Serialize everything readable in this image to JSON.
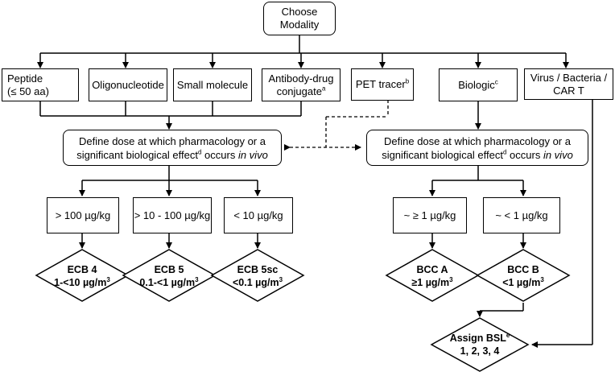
{
  "root": {
    "line1": "Choose",
    "line2": "Modality"
  },
  "modalities": {
    "peptide": {
      "line1": "Peptide",
      "line2": "(≤ 50 aa)"
    },
    "oligo": "Oligonucleotide",
    "small_molecule": "Small molecule",
    "adc": {
      "line1": "Antibody-drug",
      "line2": "conjugate",
      "sup": "a"
    },
    "pet": {
      "text": "PET tracer",
      "sup": "b"
    },
    "biologic": {
      "text": "Biologic",
      "sup": "c"
    },
    "virus": {
      "line1": "Virus / Bacteria /",
      "line2": "CAR T"
    }
  },
  "define_left": {
    "line1": "Define dose at which pharmacology or a",
    "line2a": "significant biological effect",
    "sup": "d",
    "line2b": " occurs ",
    "italic": "in vivo"
  },
  "define_right": {
    "line1": "Define dose at which pharmacology or a",
    "line2a": "significant biological effect",
    "sup": "d",
    "line2b": " occurs ",
    "italic": "in vivo"
  },
  "doses_left": [
    "> 100 µg/kg",
    "> 10 - 100 µg/kg",
    "< 10 µg/kg"
  ],
  "doses_right": [
    "~ ≥ 1 µg/kg",
    "~ < 1 µg/kg"
  ],
  "outcomes": [
    {
      "line1": "ECB 4",
      "line2": "1-<10 µg/m",
      "sup": "3"
    },
    {
      "line1": "ECB 5",
      "line2": "0.1-<1 µg/m",
      "sup": "3"
    },
    {
      "line1": "ECB 5sc",
      "line2": "<0.1 µg/m",
      "sup": "3"
    },
    {
      "line1": "BCC A",
      "line2": "≥1 µg/m",
      "sup": "3"
    },
    {
      "line1": "BCC B",
      "line2": "<1 µg/m",
      "sup": "3"
    }
  ],
  "bsl": {
    "line1": "Assign BSL",
    "sup": "e",
    "line2": "1, 2, 3, 4"
  }
}
